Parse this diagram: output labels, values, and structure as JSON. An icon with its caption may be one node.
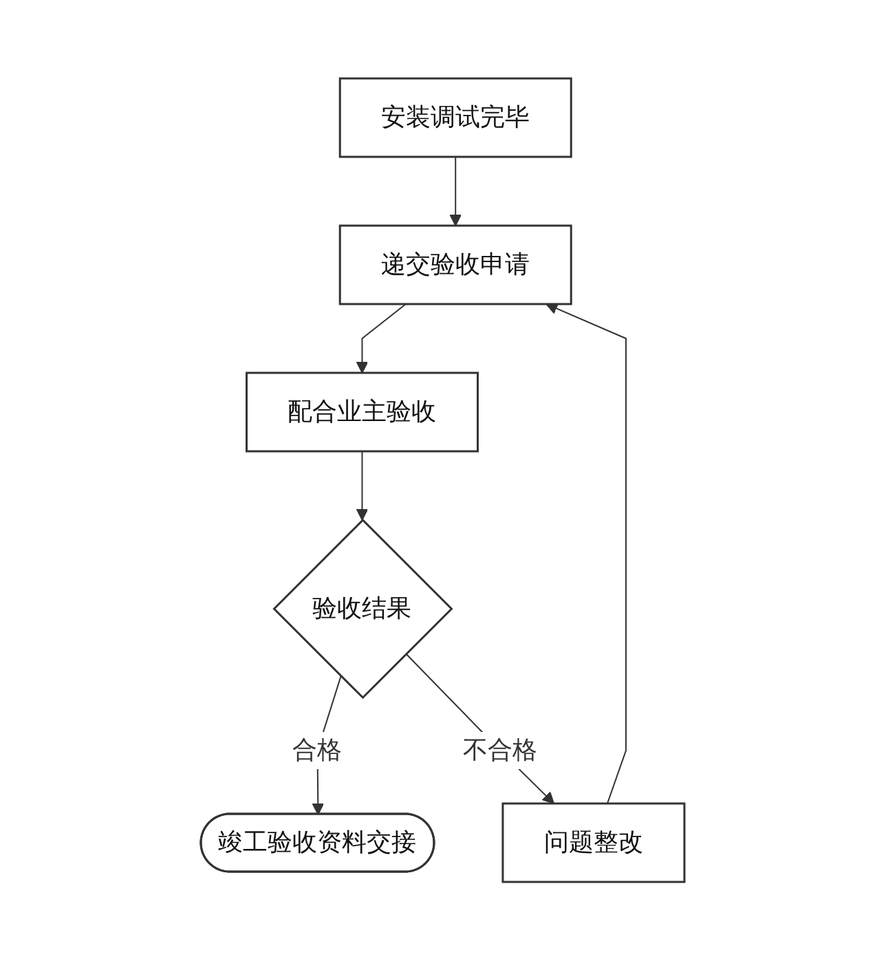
{
  "diagram": {
    "nodes": [
      {
        "text": [
          "安装调试完毕"
        ]
      },
      {
        "text": [
          "递交验收申请"
        ]
      },
      {
        "text": [
          "配合业主验收"
        ]
      },
      {
        "text": [
          "验收结果"
        ]
      },
      {
        "text": [
          "竣工验收资料交接"
        ]
      },
      {
        "text": [
          "问题整改"
        ]
      }
    ],
    "edges": [
      {
        "from": 0,
        "to": 1,
        "arrow": "to"
      },
      {
        "from": 1,
        "to": 2,
        "arrow": "to"
      },
      {
        "from": 2,
        "to": 3,
        "arrow": "to"
      },
      {
        "from": 3,
        "to": 4,
        "label": "合格",
        "arrow": "to"
      },
      {
        "from": 3,
        "to": 5,
        "label": "不合格",
        "arrow": "to"
      },
      {
        "from": 5,
        "to": 1,
        "arrow": "to"
      }
    ]
  }
}
